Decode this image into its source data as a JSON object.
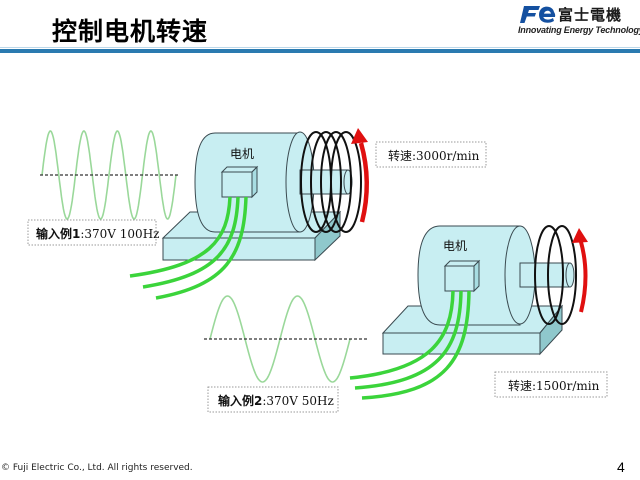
{
  "header": {
    "title": "控制电机转速",
    "logo_cjk": "富士電機",
    "logo_tagline": "Innovating Energy Technology",
    "accent_color": "#2a7ab0"
  },
  "diagram": {
    "motor1": {
      "label": "电机",
      "speed_label": "转速:3000r/min",
      "input_label_prefix": "输入例1",
      "input_label_value": ":370V  100Hz",
      "input_voltage": "370V",
      "input_frequency": "100Hz",
      "coil_turns": 4
    },
    "motor2": {
      "label": "电机",
      "speed_label": "转速:1500r/min",
      "input_label_prefix": "输入例2",
      "input_label_value": ":370V  50Hz",
      "input_voltage": "370V",
      "input_frequency": "50Hz",
      "coil_turns": 2
    },
    "colors": {
      "motor_fill": "#c8eef2",
      "wire": "#3bd43b",
      "sine": "#9ad89a",
      "rotation_arrow": "#e01010"
    }
  },
  "footer": {
    "copyright": "© Fuji Electric Co., Ltd. All rights reserved.",
    "page_number": "4"
  }
}
